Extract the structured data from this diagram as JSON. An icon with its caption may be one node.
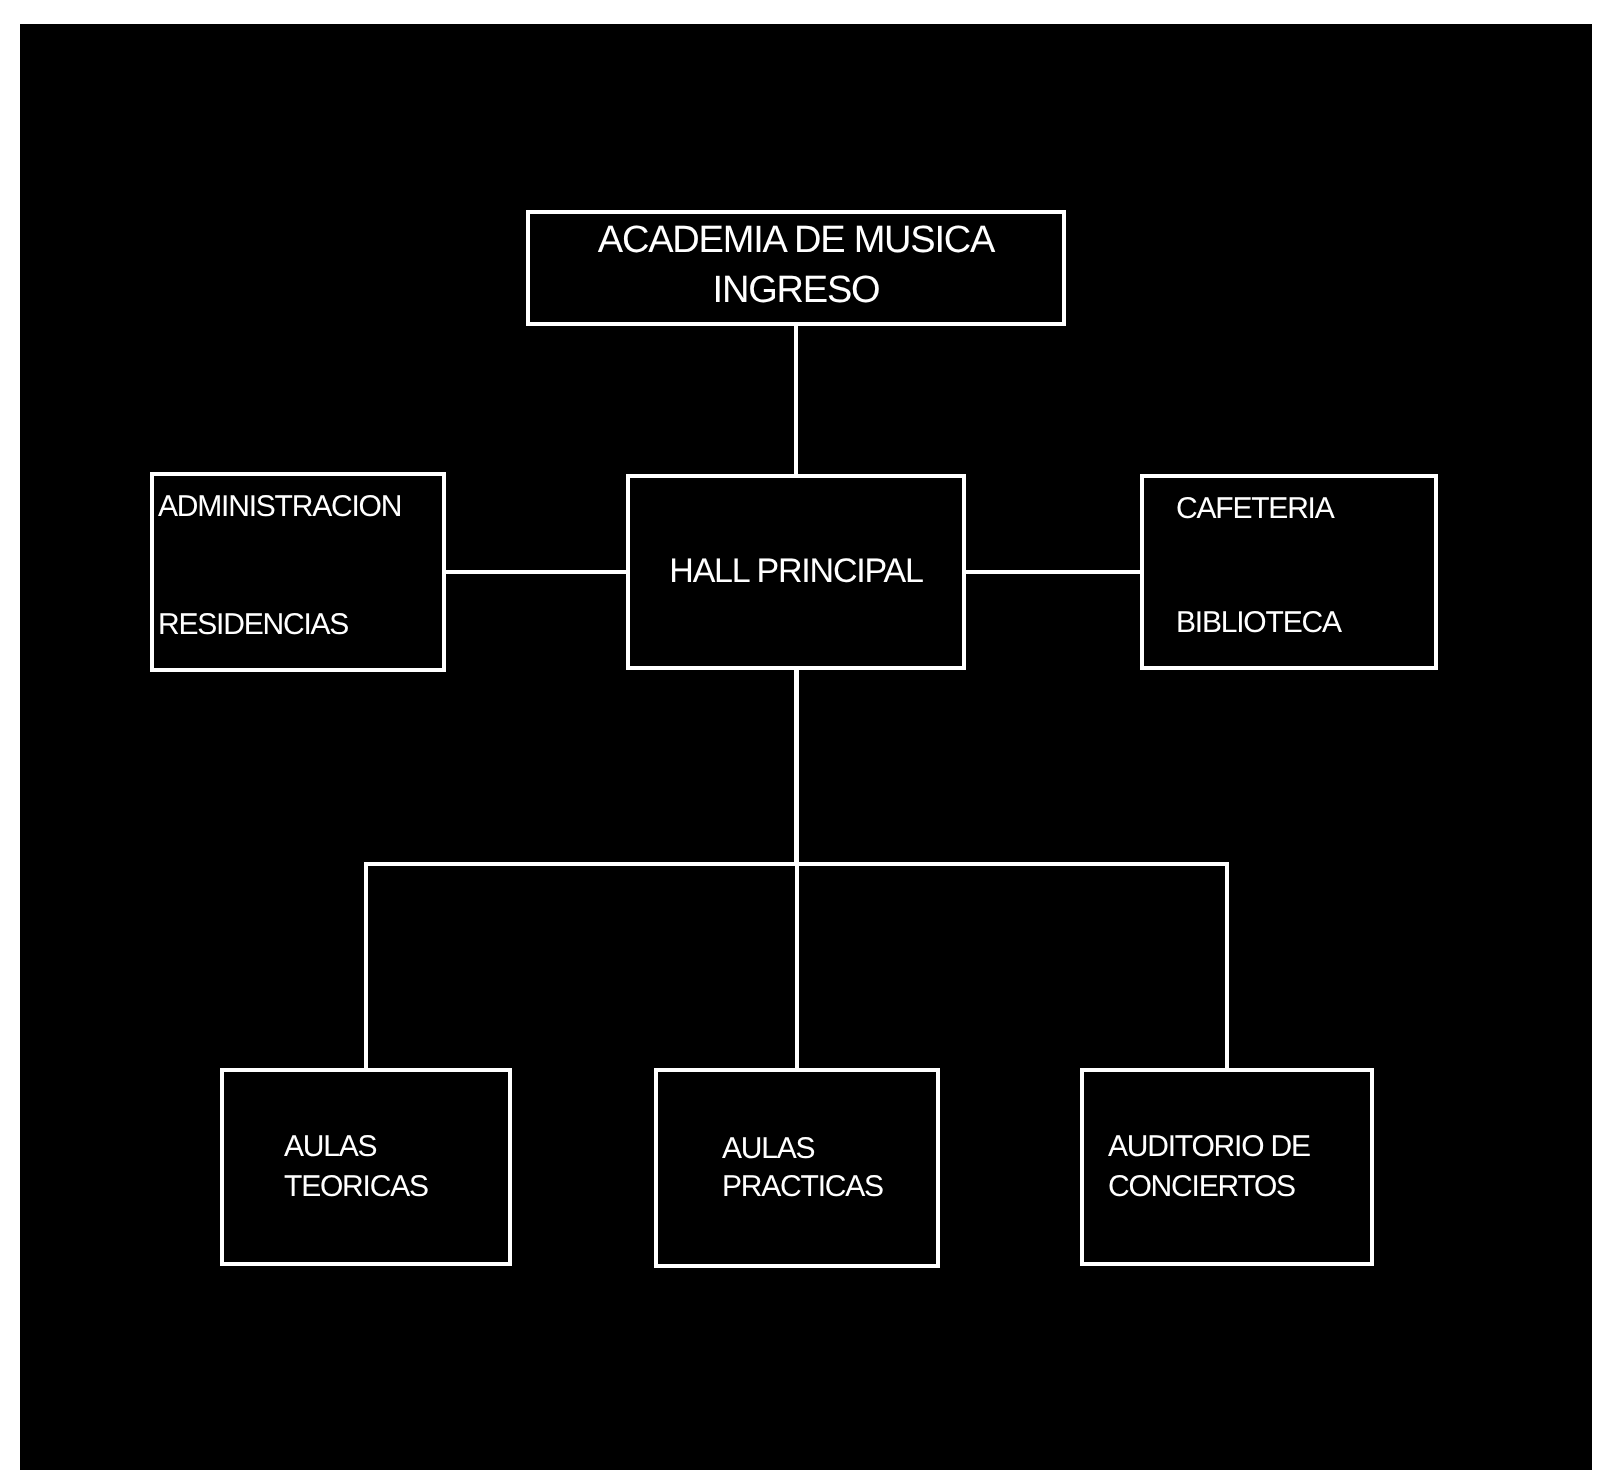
{
  "diagram": {
    "nodes": [
      {
        "text": [
          "ACADEMIA DE MUSICA INGRESO"
        ]
      },
      {
        "text": [
          "ADMINISTRACION",
          "RESIDENCIAS"
        ]
      },
      {
        "text": [
          "HALL PRINCIPAL"
        ]
      },
      {
        "text": [
          "CAFETERIA",
          "BIBLIOTECA"
        ]
      },
      {
        "text": [
          "AULAS TEORICAS"
        ]
      },
      {
        "text": [
          "AULAS PRACTICAS"
        ]
      },
      {
        "text": [
          "AUDITORIO DE CONCIERTOS"
        ]
      }
    ],
    "edges": [
      {
        "from": 0,
        "to": 2,
        "arrow": "none"
      },
      {
        "from": 1,
        "to": 2,
        "arrow": "none"
      },
      {
        "from": 2,
        "to": 3,
        "arrow": "none"
      },
      {
        "from": 2,
        "to": 4,
        "arrow": "none"
      },
      {
        "from": 2,
        "to": 5,
        "arrow": "none"
      },
      {
        "from": 2,
        "to": 6,
        "arrow": "none"
      }
    ]
  }
}
